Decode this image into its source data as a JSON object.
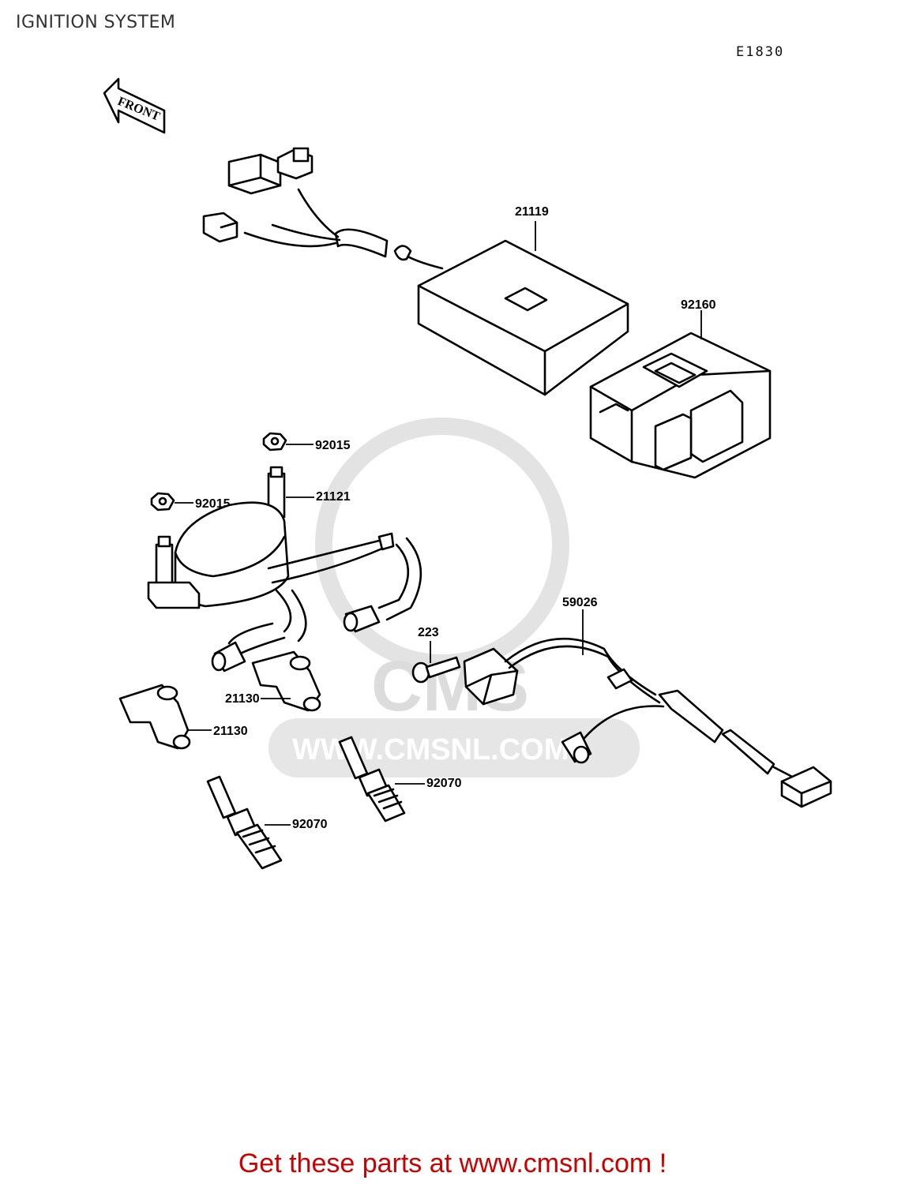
{
  "title": "IGNITION SYSTEM",
  "diagram_code": "E1830",
  "front_arrow_label": "FRONT",
  "watermark": {
    "logo_text": "CMS",
    "url_text": "WWW.CMSNL.COM"
  },
  "callouts": {
    "igniter": "21119",
    "igniter_cover": "92160",
    "coil_nut_top": "92015",
    "coil_nut_left": "92015",
    "ignition_coil": "21121",
    "pickup_coil": "59026",
    "screw": "223",
    "plug_cap_right": "21130",
    "plug_cap_left": "21130",
    "spark_plug_right": "92070",
    "spark_plug_left": "92070"
  },
  "footer": "Get these parts at www.cmsnl.com !",
  "colors": {
    "footer": "#cc0000",
    "line": "#000000",
    "watermark": "#dcdcdc"
  }
}
